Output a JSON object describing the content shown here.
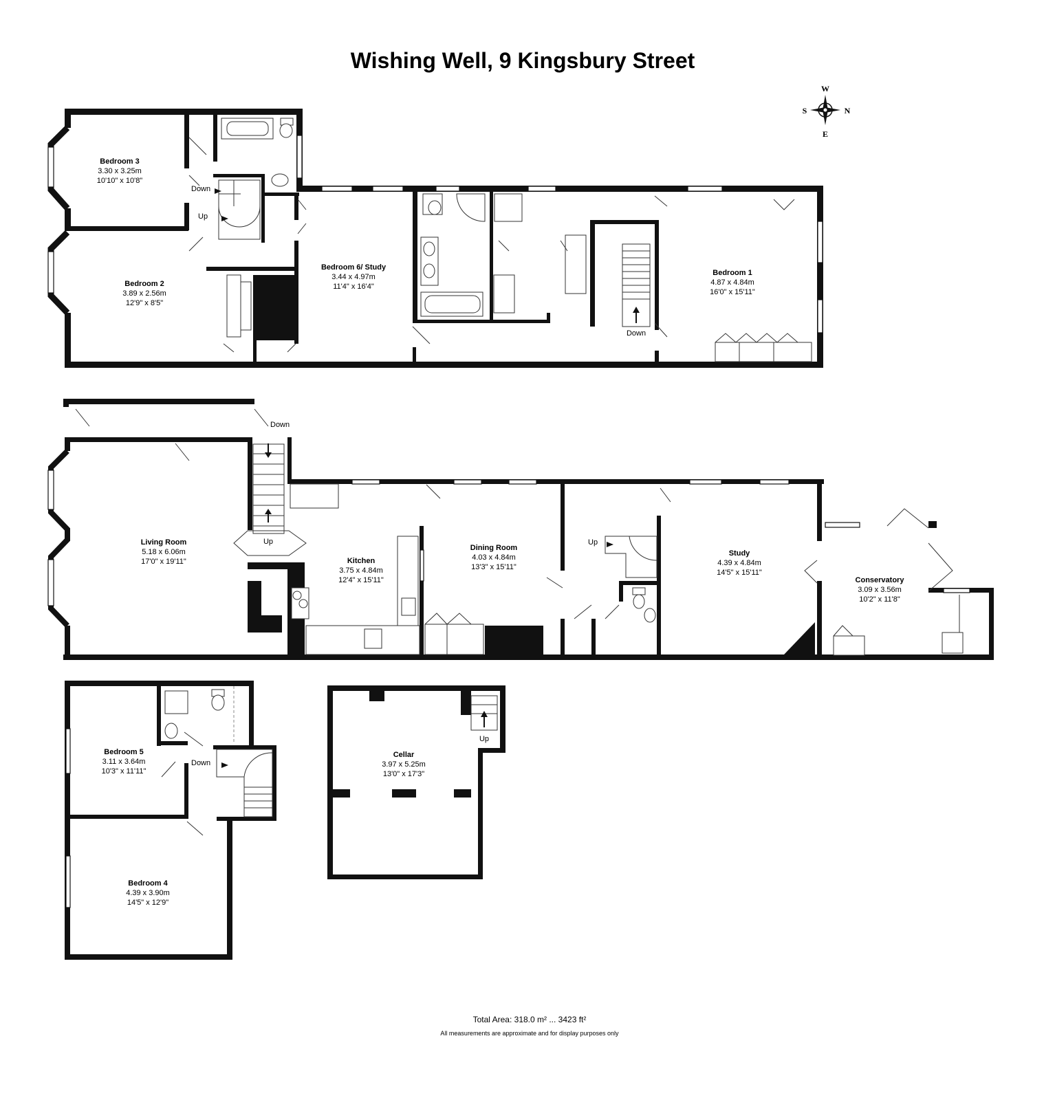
{
  "title": "Wishing Well, 9 Kingsbury Street",
  "compass": {
    "w": "W",
    "s": "S",
    "n": "N",
    "e": "E"
  },
  "rooms": {
    "bedroom3": {
      "name": "Bedroom 3",
      "metric": "3.30 x 3.25m",
      "imperial": "10'10\" x 10'8\""
    },
    "bedroom2": {
      "name": "Bedroom 2",
      "metric": "3.89 x 2.56m",
      "imperial": "12'9\" x 8'5\""
    },
    "bedroom6": {
      "name": "Bedroom 6/ Study",
      "metric": "3.44 x 4.97m",
      "imperial": "11'4\" x 16'4\""
    },
    "bedroom1": {
      "name": "Bedroom 1",
      "metric": "4.87 x 4.84m",
      "imperial": "16'0\" x 15'11\""
    },
    "living": {
      "name": "Living Room",
      "metric": "5.18 x 6.06m",
      "imperial": "17'0\" x 19'11\""
    },
    "kitchen": {
      "name": "Kitchen",
      "metric": "3.75 x 4.84m",
      "imperial": "12'4\" x 15'11\""
    },
    "dining": {
      "name": "Dining Room",
      "metric": "4.03 x 4.84m",
      "imperial": "13'3\" x 15'11\""
    },
    "study": {
      "name": "Study",
      "metric": "4.39 x 4.84m",
      "imperial": "14'5\" x 15'11\""
    },
    "conservatory": {
      "name": "Conservatory",
      "metric": "3.09 x 3.56m",
      "imperial": "10'2\" x 11'8\""
    },
    "bedroom5": {
      "name": "Bedroom 5",
      "metric": "3.11 x 3.64m",
      "imperial": "10'3\" x 11'11\""
    },
    "bedroom4": {
      "name": "Bedroom 4",
      "metric": "4.39 x 3.90m",
      "imperial": "14'5\" x 12'9\""
    },
    "cellar": {
      "name": "Cellar",
      "metric": "3.97 x 5.25m",
      "imperial": "13'0\" x 17'3\""
    }
  },
  "stairs": {
    "first_down": "Down",
    "first_up": "Up",
    "first_main_down": "Down",
    "ground_down": "Down",
    "ground_up_main": "Up",
    "ground_up_back": "Up",
    "second_down": "Down",
    "cellar_up": "Up"
  },
  "footer": {
    "total": "Total Area: 318.0 m² ... 3423 ft²",
    "disclaimer": "All measurements are approximate and for display purposes only"
  }
}
